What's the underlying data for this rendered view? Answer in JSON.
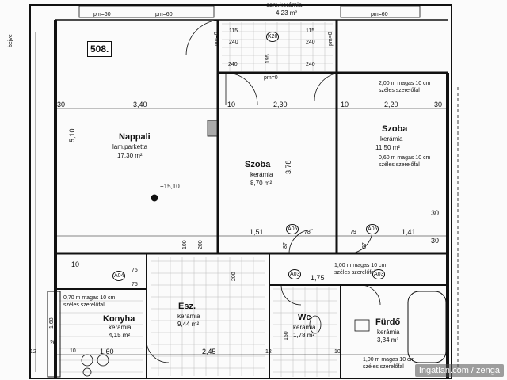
{
  "unit_label": "508.",
  "rooms": {
    "nappali": {
      "name": "Nappali",
      "floor": "lam.parketta",
      "area": "17,30 m²"
    },
    "szoba1": {
      "name": "Szoba",
      "floor": "kerámia",
      "area": "8,70 m²"
    },
    "szoba2": {
      "name": "Szoba",
      "floor": "kerámia",
      "area": "11,50 m²"
    },
    "esz": {
      "name": "Esz.",
      "floor": "kerámia",
      "area": "9,44 m²"
    },
    "konyha": {
      "name": "Konyha",
      "floor": "kerámia",
      "area": "4,15 m²"
    },
    "wc": {
      "name": "Wc",
      "floor": "kerámia",
      "area": "1,78 m²"
    },
    "furdo": {
      "name": "Fürdő",
      "floor": "kerámia",
      "area": "3,34 m²"
    },
    "csm": {
      "name": "csm.kerámia",
      "area": "4,23 m²"
    }
  },
  "level_mark": "+15,10",
  "notes": {
    "n1a": "2,00 m magas 10 cm",
    "n1b": "széles szerelőfal",
    "n2a": "0,60 m magas 10 cm",
    "n2b": "széles szerelőfal",
    "n3a": "1,00 m magas 10 cm",
    "n3b": "széles szerelőfal",
    "n4a": "0,70 m magas 10 cm",
    "n4b": "széles szerelőfal",
    "n5a": "1,00 m magas 10 cm",
    "n5b": "széles szerelőfal"
  },
  "tags": {
    "k20": "K20",
    "a05a": "A05",
    "a05b": "A05",
    "a04": "A04",
    "a03a": "A03",
    "a03b": "A03"
  },
  "dims": {
    "pm60a": "pm=60",
    "pm60b": "pm=60",
    "pm60c": "pm=60",
    "pm0a": "pm=0",
    "pm0b": "pm=0",
    "pm0c": "pm=0",
    "d115a": "115",
    "d115b": "115",
    "d240a": "240",
    "d240b": "240",
    "d240c": "240",
    "d240d": "240",
    "d195": "195",
    "d30a": "30",
    "d30b": "30",
    "d340": "3,40",
    "d10a": "10",
    "d230": "2,30",
    "d10b": "10",
    "d220": "2,20",
    "d510": "5,10",
    "d378": "3,78",
    "d151": "1,51",
    "d141": "1,41",
    "d785": "78",
    "d79": "79",
    "d875a": "87",
    "d875b": "87",
    "d100": "100",
    "d200a": "200",
    "d200b": "200",
    "d175": "1,75",
    "d75a": "75",
    "d75b": "75",
    "d245": "2,45",
    "d160": "1,60",
    "d26": "26",
    "d10c": "10",
    "d30c": "30",
    "d30d": "30",
    "d10d": "10",
    "d168": "1,68",
    "d150": "150",
    "d12a": "12",
    "d12b": "12",
    "d10e": "10"
  },
  "side_label": "bejve",
  "watermark": "Ingatlan.com / zenga"
}
